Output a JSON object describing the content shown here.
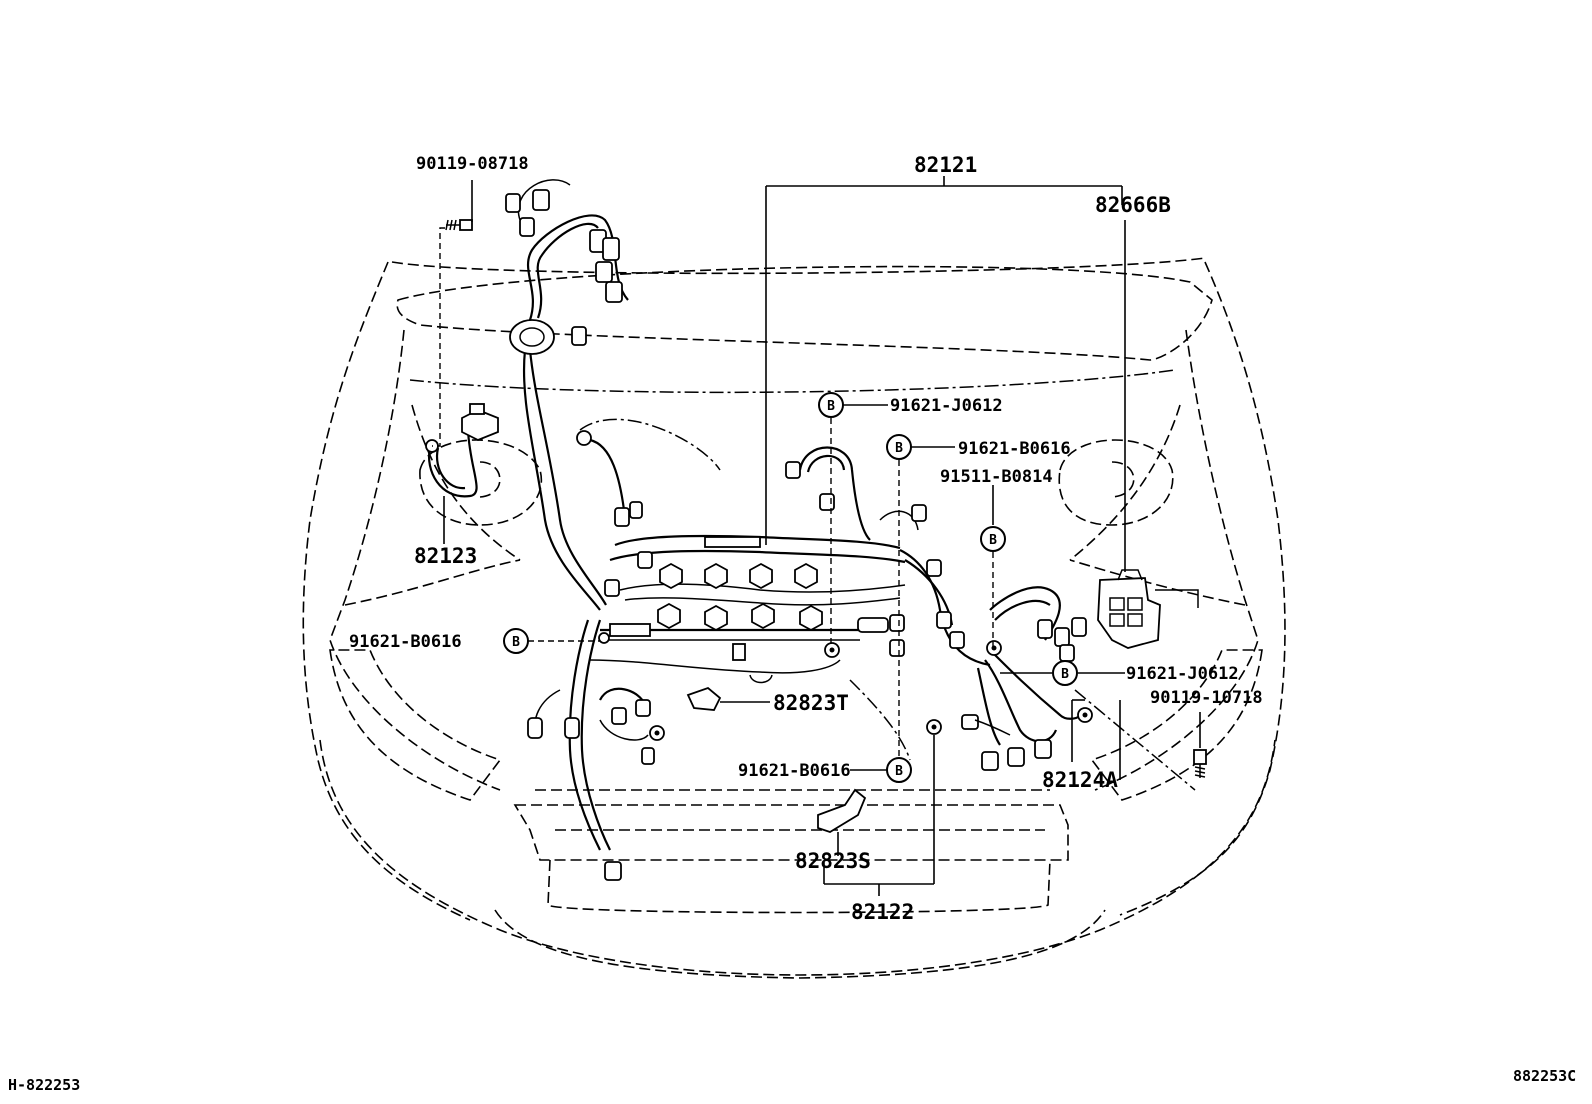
{
  "diagram": {
    "part_labels": {
      "p90119_08718": "90119-08718",
      "p82121": "82121",
      "p82666B": "82666B",
      "p91621_J0612_top": "91621-J0612",
      "p91621_B0616_top": "91621-B0616",
      "p91511_B0814": "91511-B0814",
      "p82123": "82123",
      "p91621_B0616_left": "91621-B0616",
      "p82823T": "82823T",
      "p91621_J0612_right": "91621-J0612",
      "p90119_10718": "90119-10718",
      "p91621_B0616_bottom": "91621-B0616",
      "p82124A": "82124A",
      "p82823S": "82823S",
      "p82122": "82122"
    },
    "bolt_marker": "B",
    "corner_left": "H-822253",
    "corner_right": "882253C"
  }
}
